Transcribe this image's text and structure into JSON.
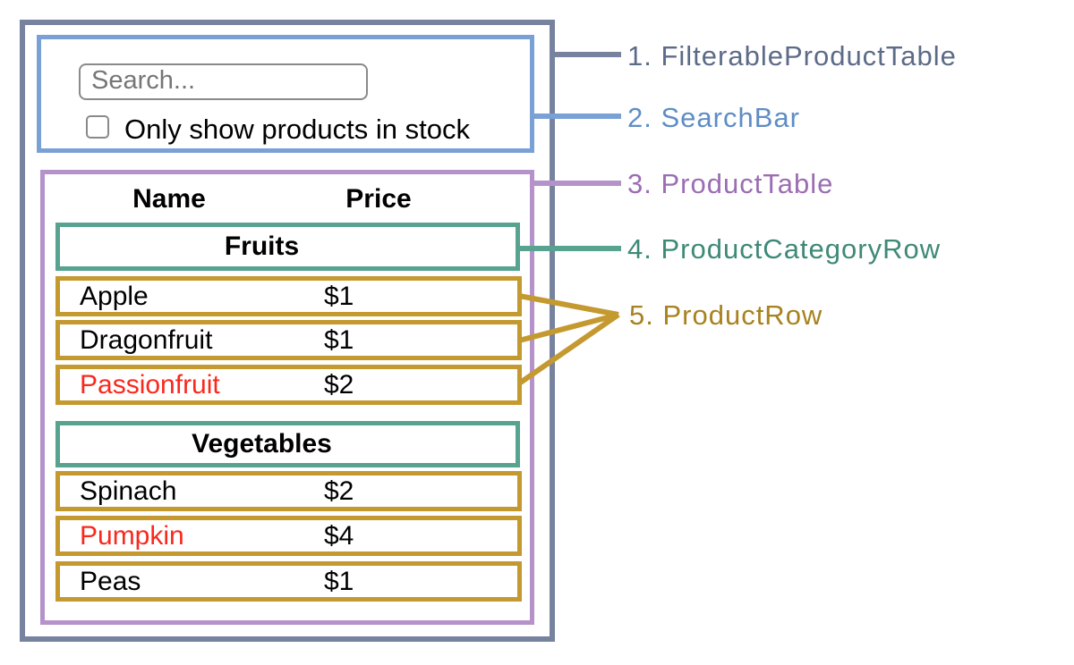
{
  "colors": {
    "slate-border": "#76829e",
    "slate-text": "#5c6b88",
    "blue-border": "#7aa1d6",
    "blue-text": "#5e8dc5",
    "purple-border": "#b592ca",
    "purple-text": "#9b6db3",
    "teal-border": "#57a390",
    "teal-text": "#3e8977",
    "gold-border": "#c4992f",
    "gold-text": "#a7821f",
    "red": "#f9291d"
  },
  "search_bar": {
    "placeholder": "Search...",
    "checkbox_label": "Only show products in stock",
    "checkbox_checked": false
  },
  "table": {
    "headers": {
      "name": "Name",
      "price": "Price"
    },
    "categories": [
      {
        "label": "Fruits",
        "products": [
          {
            "name": "Apple",
            "price": "$1",
            "out_of_stock": false
          },
          {
            "name": "Dragonfruit",
            "price": "$1",
            "out_of_stock": false
          },
          {
            "name": "Passionfruit",
            "price": "$2",
            "out_of_stock": true
          }
        ]
      },
      {
        "label": "Vegetables",
        "products": [
          {
            "name": "Spinach",
            "price": "$2",
            "out_of_stock": false
          },
          {
            "name": "Pumpkin",
            "price": "$4",
            "out_of_stock": true
          },
          {
            "name": "Peas",
            "price": "$1",
            "out_of_stock": false
          }
        ]
      }
    ]
  },
  "legend": [
    {
      "text": "1. FilterableProductTable"
    },
    {
      "text": "2. SearchBar"
    },
    {
      "text": "3. ProductTable"
    },
    {
      "text": "4. ProductCategoryRow"
    },
    {
      "text": "5. ProductRow"
    }
  ]
}
